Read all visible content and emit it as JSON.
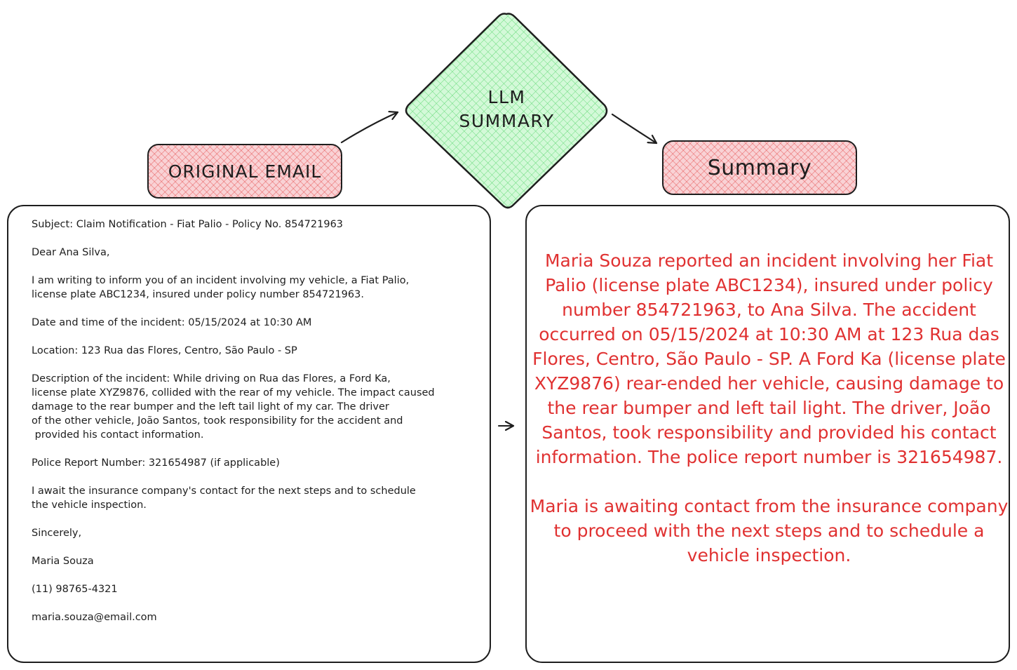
{
  "diagram": {
    "nodes": {
      "original_email": {
        "label": "ORIGINAL EMAIL",
        "color": "#ffc9c9"
      },
      "llm_summary": {
        "label_lines": [
          "LLM",
          "SUMMARY"
        ],
        "color": "#b2f2bb"
      },
      "summary": {
        "label": "Summary",
        "color": "#ffc9c9"
      }
    },
    "edges": [
      {
        "from": "original_email",
        "to": "llm_summary"
      },
      {
        "from": "llm_summary",
        "to": "summary"
      },
      {
        "from": "email_panel",
        "to": "summary_panel"
      }
    ],
    "stroke_color": "#1e1e1e",
    "summary_text_color": "#e03131"
  },
  "email": {
    "subject": "Subject: Claim Notification - Fiat Palio - Policy No. 854721963",
    "greeting": "Dear Ana Silva,",
    "intro_line1": "I am writing to inform you of an incident involving my vehicle, a Fiat Palio,",
    "intro_line2": "license plate ABC1234, insured under policy number 854721963.",
    "datetime": "Date and time of the incident: 05/15/2024 at 10:30 AM",
    "location": "Location: 123 Rua das Flores, Centro, São Paulo - SP",
    "description_line1": "Description of the incident: While driving on Rua das Flores, a Ford Ka,",
    "description_line2": "license plate XYZ9876, collided with the rear of my vehicle. The impact caused",
    "description_line3": "damage to the rear bumper and the left tail light of my car. The driver",
    "description_line4": "of the other vehicle, João Santos, took responsibility for the accident and",
    "description_line5": " provided his contact information.",
    "police_report": "Police Report Number: 321654987 (if applicable)",
    "closing_line1": "I await the insurance company's contact for the next steps and to schedule",
    "closing_line2": "the vehicle inspection.",
    "signoff": "Sincerely,",
    "name": "Maria Souza",
    "phone": "(11) 98765-4321",
    "email_address": "maria.souza@email.com"
  },
  "summary": {
    "paragraph1": "Maria Souza reported an incident involving her Fiat Palio (license plate ABC1234), insured under policy number 854721963, to Ana Silva. The accident occurred on 05/15/2024 at 10:30 AM at 123 Rua das Flores, Centro, São Paulo - SP. A Ford Ka (license plate XYZ9876) rear-ended her vehicle, causing damage to the rear bumper and left tail light. The driver, João Santos, took responsibility and provided his contact information. The police report number is 321654987.",
    "paragraph2": "Maria is awaiting contact from the insurance company to proceed with the next steps and to schedule a vehicle inspection."
  }
}
